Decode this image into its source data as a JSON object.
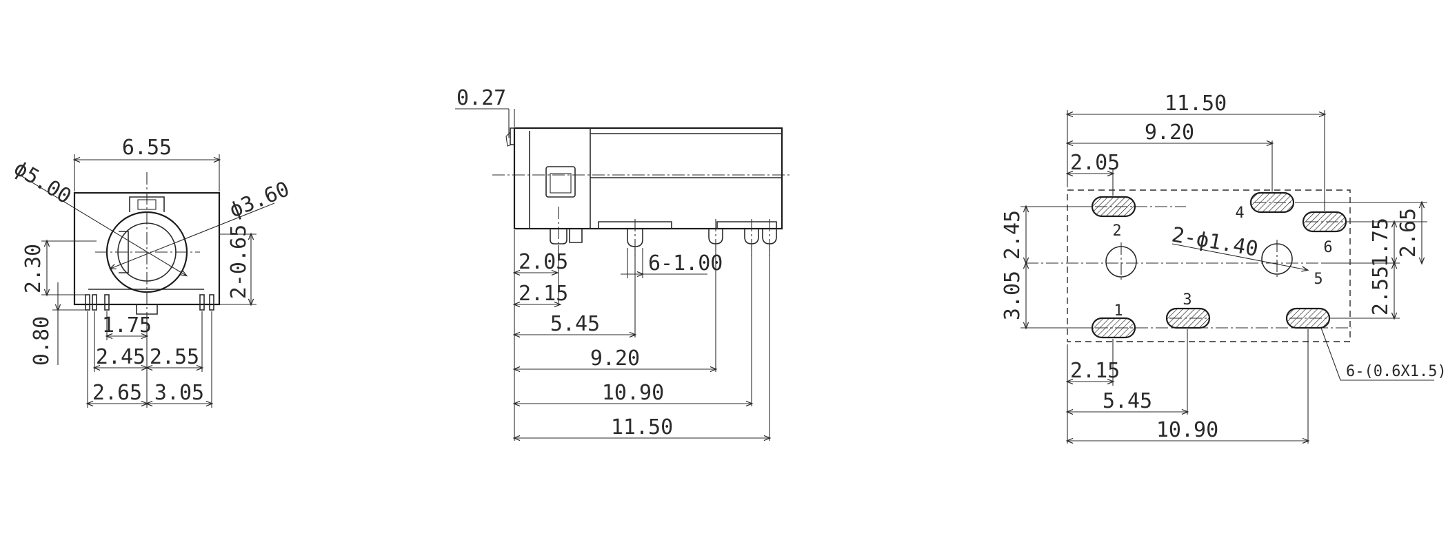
{
  "front_view": {
    "width": "6.55",
    "outer_diameter": "ϕ5.00",
    "inner_diameter": "ϕ3.60",
    "height": "2.30",
    "pin_height": "0.80",
    "pin_dim": "2-0.65",
    "d_175": "1.75",
    "d_245": "2.45",
    "d_255": "2.55",
    "d_265": "2.65",
    "d_305": "3.05"
  },
  "side_view": {
    "offset": "0.27",
    "d_205": "2.05",
    "d_215": "2.15",
    "pins": "6-1.00",
    "d_545": "5.45",
    "d_920": "9.20",
    "d_1090": "10.90",
    "d_1150": "11.50"
  },
  "footprint": {
    "d_1150": "11.50",
    "d_920": "9.20",
    "d_205": "2.05",
    "d_245": "2.45",
    "d_305": "3.05",
    "d_175": "1.75",
    "d_265": "2.65",
    "d_255": "2.55",
    "holes": "2-ϕ1.40",
    "slots": "6-(0.6X1.5)",
    "d_215": "2.15",
    "d_545": "5.45",
    "d_1090": "10.90",
    "pin_labels": [
      "1",
      "2",
      "3",
      "4",
      "5",
      "6"
    ]
  }
}
